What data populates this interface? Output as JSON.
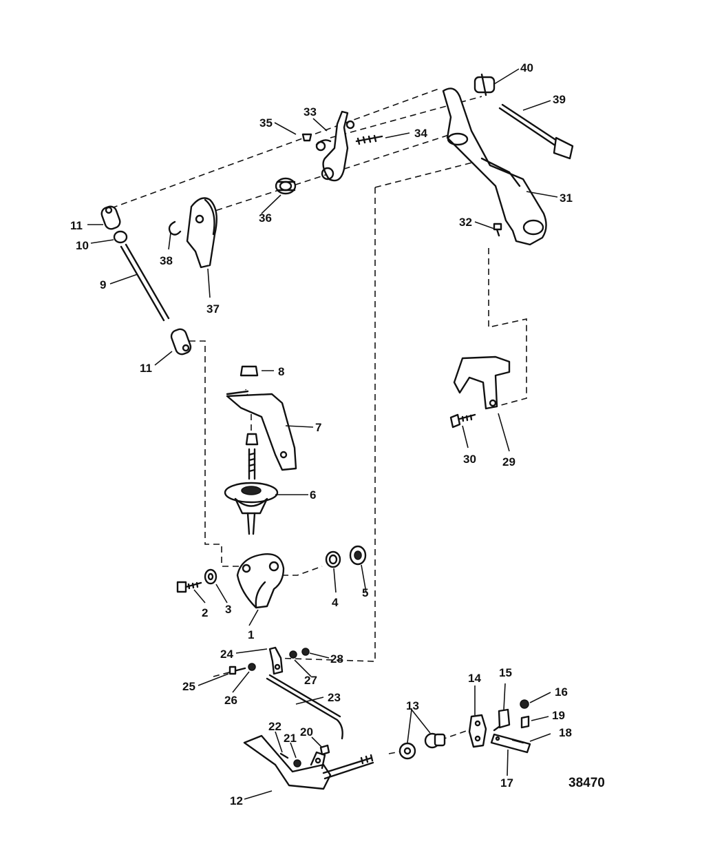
{
  "figure_id": "38470",
  "callouts": [
    {
      "label": "1"
    },
    {
      "label": "2"
    },
    {
      "label": "3"
    },
    {
      "label": "4"
    },
    {
      "label": "5"
    },
    {
      "label": "6"
    },
    {
      "label": "7"
    },
    {
      "label": "8"
    },
    {
      "label": "9"
    },
    {
      "label": "10"
    },
    {
      "label": "11"
    },
    {
      "label": "11"
    },
    {
      "label": "12"
    },
    {
      "label": "13"
    },
    {
      "label": "14"
    },
    {
      "label": "15"
    },
    {
      "label": "16"
    },
    {
      "label": "17"
    },
    {
      "label": "18"
    },
    {
      "label": "19"
    },
    {
      "label": "20"
    },
    {
      "label": "21"
    },
    {
      "label": "22"
    },
    {
      "label": "23"
    },
    {
      "label": "24"
    },
    {
      "label": "25"
    },
    {
      "label": "26"
    },
    {
      "label": "27"
    },
    {
      "label": "28"
    },
    {
      "label": "29"
    },
    {
      "label": "30"
    },
    {
      "label": "31"
    },
    {
      "label": "32"
    },
    {
      "label": "33"
    },
    {
      "label": "34"
    },
    {
      "label": "35"
    },
    {
      "label": "36"
    },
    {
      "label": "37"
    },
    {
      "label": "38"
    },
    {
      "label": "39"
    },
    {
      "label": "40"
    }
  ]
}
